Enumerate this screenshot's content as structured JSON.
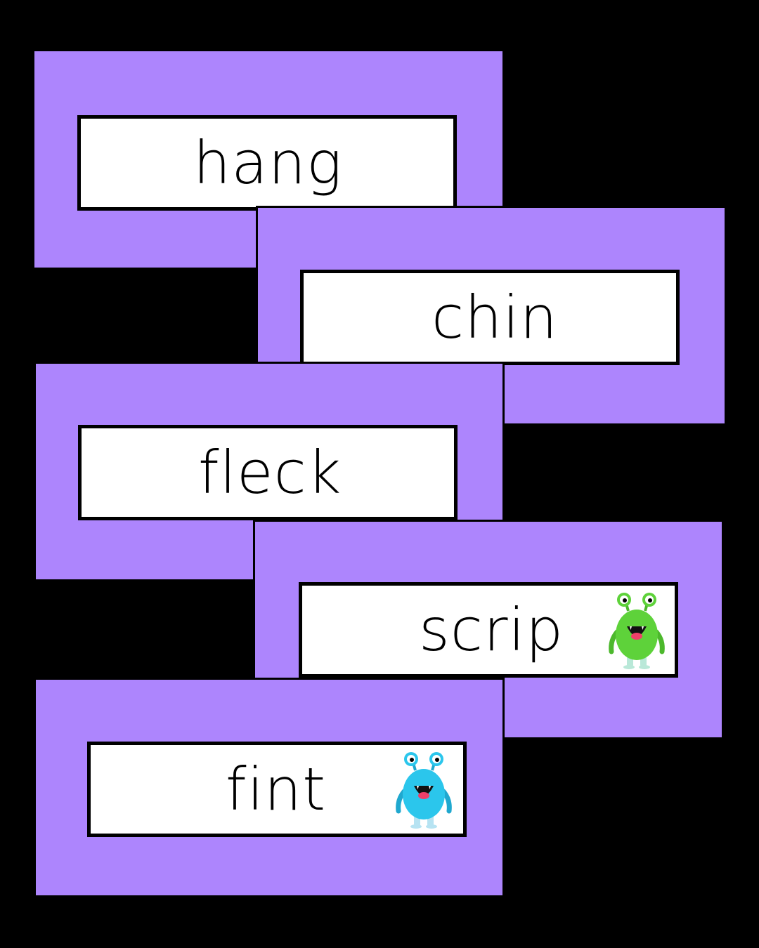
{
  "colors": {
    "background": "#000000",
    "card": "#ad85fd",
    "word_box": "#ffffff",
    "text": "#000000",
    "monster_green": "#5ed23a",
    "monster_blue": "#2bc6ec"
  },
  "cards": [
    {
      "word": "hang",
      "monster": null
    },
    {
      "word": "chin",
      "monster": null
    },
    {
      "word": "fleck",
      "monster": null
    },
    {
      "word": "scrip",
      "monster": "green-monster-icon"
    },
    {
      "word": "fint",
      "monster": "blue-monster-icon"
    }
  ]
}
